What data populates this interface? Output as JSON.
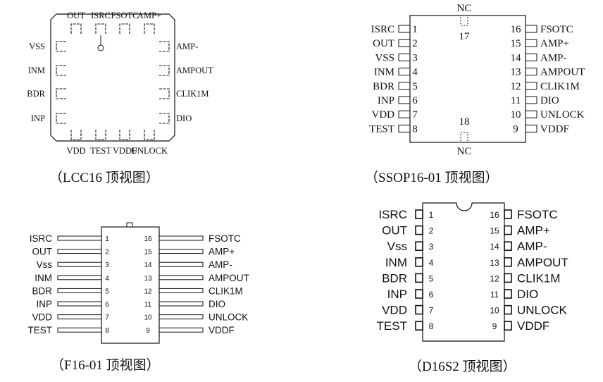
{
  "lcc16": {
    "caption": "（LCC16 顶视图）",
    "top_pins": [
      "OUT",
      "ISRC",
      "FSOTC",
      "AMP+"
    ],
    "bottom_pins": [
      "VDD",
      "TEST",
      "VDDF",
      "UNLOCK"
    ],
    "left_pins": [
      "VSS",
      "INM",
      "BDR",
      "INP"
    ],
    "right_pins": [
      "AMP-",
      "AMPOUT",
      "CLIK1M",
      "DIO"
    ]
  },
  "ssop16": {
    "caption": "（SSOP16-01 顶视图）",
    "nc_top_label": "NC",
    "nc_top_number": "17",
    "nc_bottom_label": "NC",
    "nc_bottom_number": "18",
    "left_pins": [
      {
        "name": "ISRC",
        "num": "1"
      },
      {
        "name": "OUT",
        "num": "2"
      },
      {
        "name": "VSS",
        "num": "3"
      },
      {
        "name": "INM",
        "num": "4"
      },
      {
        "name": "BDR",
        "num": "5"
      },
      {
        "name": "INP",
        "num": "6"
      },
      {
        "name": "VDD",
        "num": "7"
      },
      {
        "name": "TEST",
        "num": "8"
      }
    ],
    "right_pins": [
      {
        "name": "FSOTC",
        "num": "16"
      },
      {
        "name": "AMP+",
        "num": "15"
      },
      {
        "name": "AMP-",
        "num": "14"
      },
      {
        "name": "AMPOUT",
        "num": "13"
      },
      {
        "name": "CLIK1M",
        "num": "12"
      },
      {
        "name": "DIO",
        "num": "11"
      },
      {
        "name": "UNLOCK",
        "num": "10"
      },
      {
        "name": "VDDF",
        "num": "9"
      }
    ]
  },
  "f16": {
    "caption": "（F16-01 顶视图）",
    "left_pins": [
      {
        "name": "ISRC",
        "num": "1"
      },
      {
        "name": "OUT",
        "num": "2"
      },
      {
        "name": "Vss",
        "num": "3"
      },
      {
        "name": "INM",
        "num": "4"
      },
      {
        "name": "BDR",
        "num": "5"
      },
      {
        "name": "INP",
        "num": "6"
      },
      {
        "name": "VDD",
        "num": "7"
      },
      {
        "name": "TEST",
        "num": "8"
      }
    ],
    "right_pins": [
      {
        "name": "FSOTC",
        "num": "16"
      },
      {
        "name": "AMP+",
        "num": "15"
      },
      {
        "name": "AMP-",
        "num": "14"
      },
      {
        "name": "AMPOUT",
        "num": "13"
      },
      {
        "name": "CLIK1M",
        "num": "12"
      },
      {
        "name": "DIO",
        "num": "11"
      },
      {
        "name": "UNLOCK",
        "num": "10"
      },
      {
        "name": "VDDF",
        "num": "9"
      }
    ]
  },
  "d16": {
    "caption": "（D16S2 顶视图）",
    "left_pins": [
      {
        "name": "ISRC",
        "num": "1"
      },
      {
        "name": "OUT",
        "num": "2"
      },
      {
        "name": "Vss",
        "num": "3"
      },
      {
        "name": "INM",
        "num": "4"
      },
      {
        "name": "BDR",
        "num": "5"
      },
      {
        "name": "INP",
        "num": "6"
      },
      {
        "name": "VDD",
        "num": "7"
      },
      {
        "name": "TEST",
        "num": "8"
      }
    ],
    "right_pins": [
      {
        "name": "FSOTC",
        "num": "16"
      },
      {
        "name": "AMP+",
        "num": "15"
      },
      {
        "name": "AMP-",
        "num": "14"
      },
      {
        "name": "AMPOUT",
        "num": "13"
      },
      {
        "name": "CLIK1M",
        "num": "12"
      },
      {
        "name": "DIO",
        "num": "11"
      },
      {
        "name": "UNLOCK",
        "num": "10"
      },
      {
        "name": "VDDF",
        "num": "9"
      }
    ]
  }
}
